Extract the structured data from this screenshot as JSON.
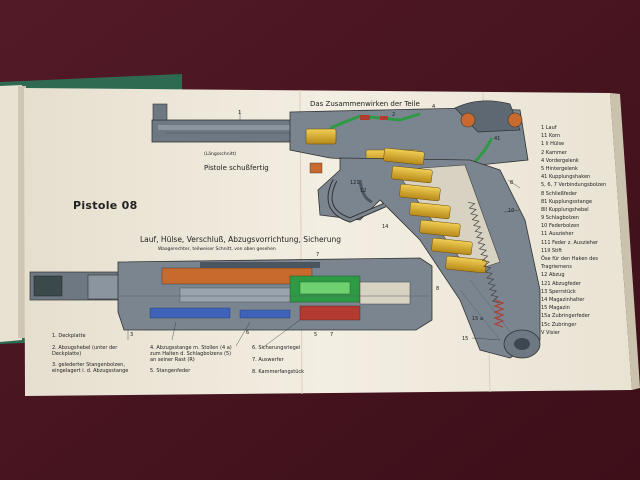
{
  "book": {
    "title_top": "Das Zusammenwirken der Teile",
    "longitudinal_section": "(Längsschnitt)",
    "ready_to_fire": "Pistole schußfertig",
    "pistol_name": "Pistole 08",
    "section_title": "Lauf, Hülse, Verschluß, Abzugsvorrichtung, Sicherung",
    "section_subtitle": "Waagerechter, teilweiser Schnitt, von oben gesehen"
  },
  "legend_items": [
    "1  Lauf",
    "11  Korn",
    "1 li  Hülse",
    "2  Kammer",
    "4  Vordergelenk",
    "5  Hintergelenk",
    "41  Kupplungshaken",
    "5, 6, 7 Verbindungsbolzen",
    "8  Schließfeder",
    "81  Kupplungsstange",
    "8II  Kupplungshebel",
    "9  Schlagbolzen",
    "10  Federbolzen",
    "11  Auszieher",
    "111  Feder z. Auszieher",
    "11II  Stift",
    "Öse für den Haken des",
    "Tragriemens",
    "12  Abzug",
    "121  Abzugfeder",
    "13  Sperrstück",
    "14  Magazinhalter",
    "15  Magazin",
    "15a  Zubringerfeder",
    "15c  Zubringer",
    "V  Visier"
  ],
  "bottom_left": [
    "1. Deckplatte",
    "2. Abzugshebel (unter der\nDeckplatte)",
    "3. gelederter Stangenbolzen,\neingelagert i. d. Abzugsstange"
  ],
  "bottom_mid": [
    "4. Abzugsstange m. Stollen (4 a)\nzum Halten d. Schlagbolzens (5)\nan seiner Rast (R)",
    "5. Stangenfeder"
  ],
  "bottom_right": [
    "6. Sicherungsriegel",
    "7. Auswerfer",
    "8. Kammerfangstück"
  ],
  "callouts": {
    "c1": "1",
    "c2": "2",
    "c4": "4",
    "c41": "41",
    "c8": "8",
    "c10": "10",
    "c12": "12",
    "c121": "121",
    "c14": "14",
    "c15": "15",
    "c15a": "15 a",
    "c3": "3",
    "c5": "5",
    "c6": "6",
    "c7": "7",
    "c7b": "7",
    "c8b": "8"
  },
  "colors": {
    "background": "#4a1420",
    "paper": "#efe9dc",
    "book_cover": "#2e6a52",
    "gun_gray": "#6d7883",
    "brass": "#d6a628",
    "orange": "#c86a2e",
    "green": "#2e9a44",
    "blue": "#3f63b8",
    "red": "#b33a30"
  }
}
